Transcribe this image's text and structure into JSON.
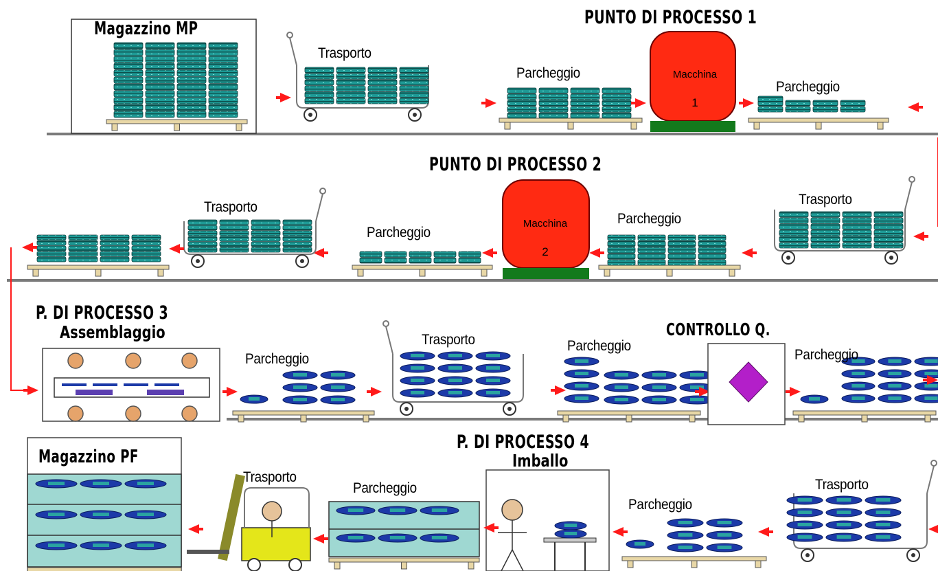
{
  "row1": {
    "warehouse_mp": "Magazzino MP",
    "transport": "Trasporto",
    "process_title": "PUNTO DI PROCESSO 1",
    "parking_in": "Parcheggio",
    "machine_label": "Macchina",
    "machine_number": "1",
    "parking_out": "Parcheggio"
  },
  "row2": {
    "process_title": "PUNTO DI PROCESSO 2",
    "transport_left": "Trasporto",
    "parking_left": "Parcheggio",
    "machine_label": "Macchina",
    "machine_number": "2",
    "parking_right": "Parcheggio",
    "transport_right": "Trasporto"
  },
  "row3": {
    "process_title": "P. DI PROCESSO 3",
    "process_subtitle": "Assemblaggio",
    "parking_1": "Parcheggio",
    "transport": "Trasporto",
    "parking_2": "Parcheggio",
    "quality_title": "CONTROLLO Q.",
    "parking_3": "Parcheggio"
  },
  "row4": {
    "warehouse_pf": "Magazzino PF",
    "forklift_transport": "Trasporto",
    "parking_1": "Parcheggio",
    "process_title": "P. DI PROCESSO 4",
    "process_subtitle": "Imballo",
    "parking_2": "Parcheggio",
    "transport": "Trasporto"
  },
  "colors": {
    "machine": "#ff2a12",
    "base": "#137a1c",
    "arrow": "#ff1a1a",
    "goods_teal": "#1e9a96",
    "goods_blue": "#1c3aa8",
    "pallet": "#e8d7a6",
    "qc_diamond": "#b31fc9"
  }
}
